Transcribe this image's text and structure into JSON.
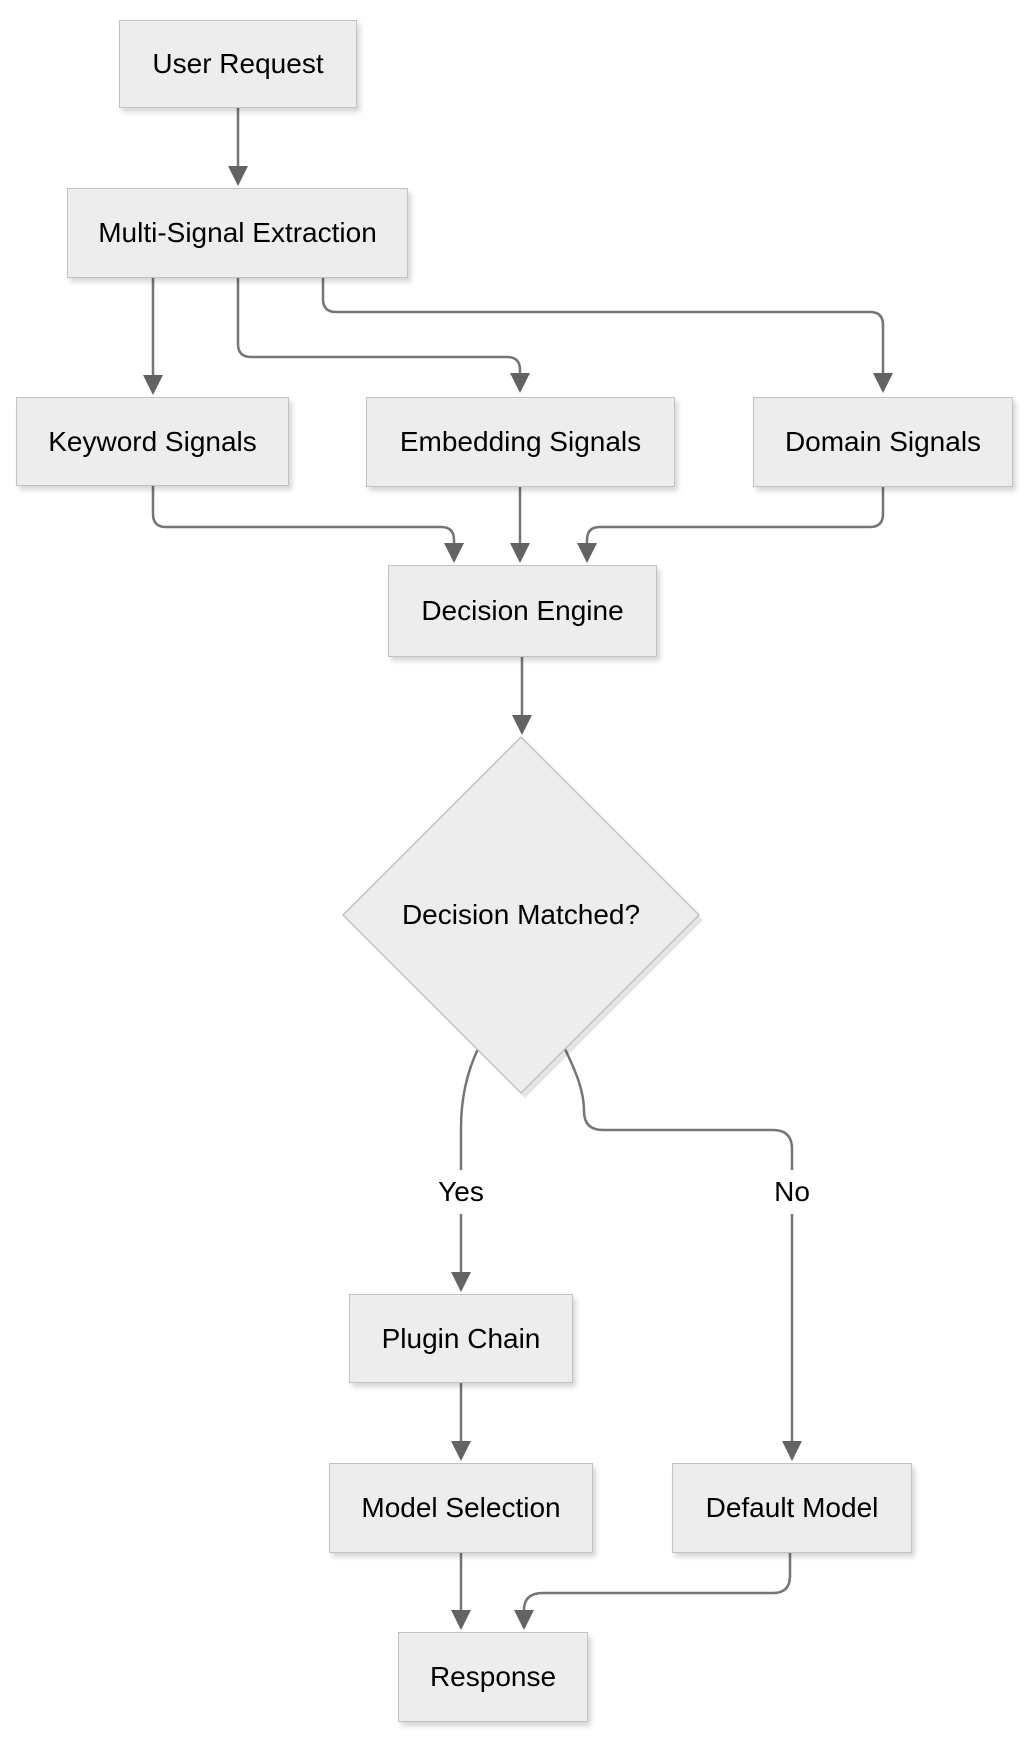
{
  "diagram": {
    "type": "flowchart",
    "background": "#ffffff",
    "node_fill": "#ededed",
    "node_border": "#c2c2c2",
    "edge_color": "#757575",
    "arrow_color": "#636363",
    "text_color": "#000000",
    "nodes": {
      "user_request": {
        "label": "User Request",
        "shape": "rect"
      },
      "multi_signal": {
        "label": "Multi-Signal Extraction",
        "shape": "rect"
      },
      "keyword": {
        "label": "Keyword Signals",
        "shape": "rect"
      },
      "embedding": {
        "label": "Embedding Signals",
        "shape": "rect"
      },
      "domain": {
        "label": "Domain Signals",
        "shape": "rect"
      },
      "decision_engine": {
        "label": "Decision Engine",
        "shape": "rect"
      },
      "decision_matched": {
        "label": "Decision Matched?",
        "shape": "diamond"
      },
      "plugin_chain": {
        "label": "Plugin Chain",
        "shape": "rect"
      },
      "model_selection": {
        "label": "Model Selection",
        "shape": "rect"
      },
      "default_model": {
        "label": "Default Model",
        "shape": "rect"
      },
      "response": {
        "label": "Response",
        "shape": "rect"
      }
    },
    "edge_labels": {
      "yes": "Yes",
      "no": "No"
    },
    "edges": [
      {
        "from": "User Request",
        "to": "Multi-Signal Extraction",
        "label": ""
      },
      {
        "from": "Multi-Signal Extraction",
        "to": "Keyword Signals",
        "label": ""
      },
      {
        "from": "Multi-Signal Extraction",
        "to": "Embedding Signals",
        "label": ""
      },
      {
        "from": "Multi-Signal Extraction",
        "to": "Domain Signals",
        "label": ""
      },
      {
        "from": "Keyword Signals",
        "to": "Decision Engine",
        "label": ""
      },
      {
        "from": "Embedding Signals",
        "to": "Decision Engine",
        "label": ""
      },
      {
        "from": "Domain Signals",
        "to": "Decision Engine",
        "label": ""
      },
      {
        "from": "Decision Engine",
        "to": "Decision Matched?",
        "label": ""
      },
      {
        "from": "Decision Matched?",
        "to": "Plugin Chain",
        "label": "Yes"
      },
      {
        "from": "Decision Matched?",
        "to": "Default Model",
        "label": "No"
      },
      {
        "from": "Plugin Chain",
        "to": "Model Selection",
        "label": ""
      },
      {
        "from": "Model Selection",
        "to": "Response",
        "label": ""
      },
      {
        "from": "Default Model",
        "to": "Response",
        "label": ""
      }
    ]
  }
}
